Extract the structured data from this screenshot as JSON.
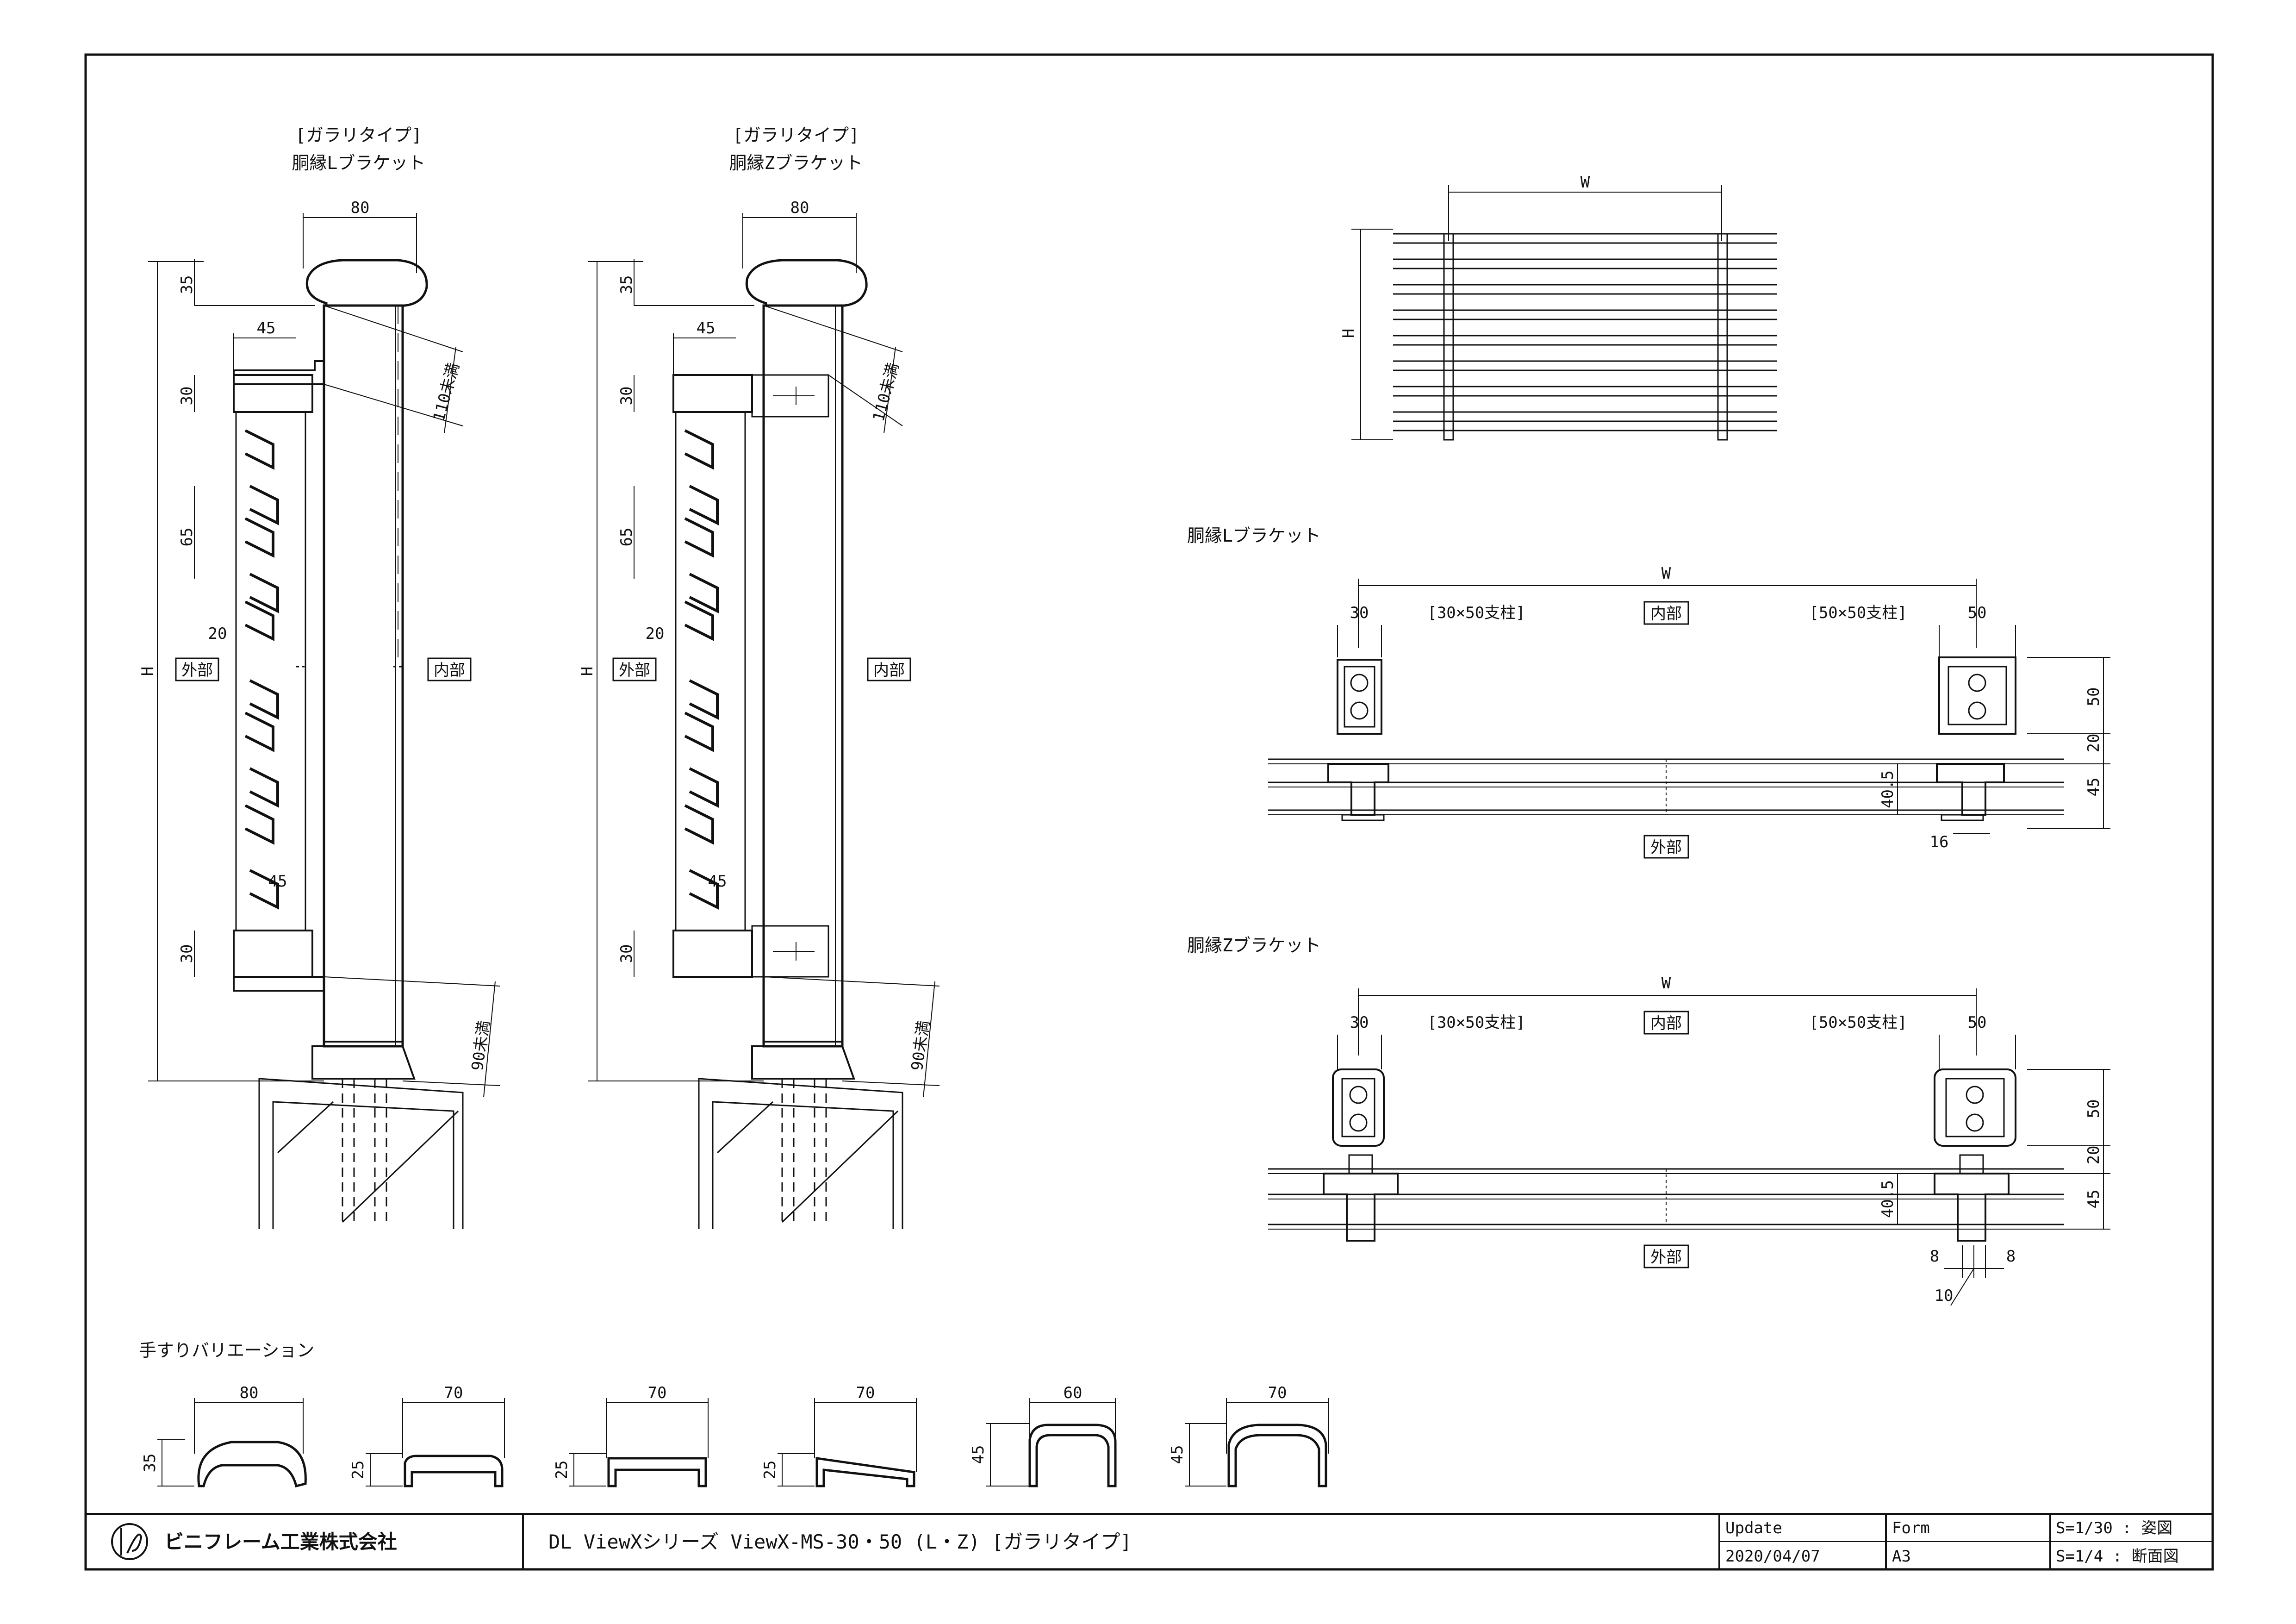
{
  "drawing": {
    "left_title_1": "[ガラリタイプ]",
    "left_title_2": "胴縁Lブラケット",
    "mid_title_1": "[ガラリタイプ]",
    "mid_title_2": "胴縁Zブラケット",
    "dim_80": "80",
    "dim_35": "35",
    "dim_45": "45",
    "dim_30": "30",
    "dim_65": "65",
    "dim_20": "20",
    "dim_110": "110未満",
    "dim_90": "90未満",
    "dim_H": "H",
    "dim_W": "W",
    "label_outside": "外部",
    "label_inside": "内部",
    "plan_L_title": "胴縁Lブラケット",
    "plan_Z_title": "胴縁Zブラケット",
    "post_30x50": "[30×50支柱]",
    "post_50x50": "[50×50支柱]",
    "dim_50": "50",
    "dim_40_5": "40.5",
    "dim_16": "16",
    "dim_8": "8",
    "dim_10": "10",
    "handrail_title": "手すりバリエーション",
    "dim_70": "70",
    "dim_60": "60",
    "dim_25": "25"
  },
  "title_block": {
    "company": "ビニフレーム工業株式会社",
    "drawing_title": "DL ViewXシリーズ  ViewX-MS-30・50 (L・Z)   [ガラリタイプ]",
    "update_label": "Update",
    "update_date": "2020/04/07",
    "form_label": "Form",
    "form_value": "A3",
    "scale_1": "S=1/30 : 姿図",
    "scale_2": "S=1/4  : 断面図"
  }
}
